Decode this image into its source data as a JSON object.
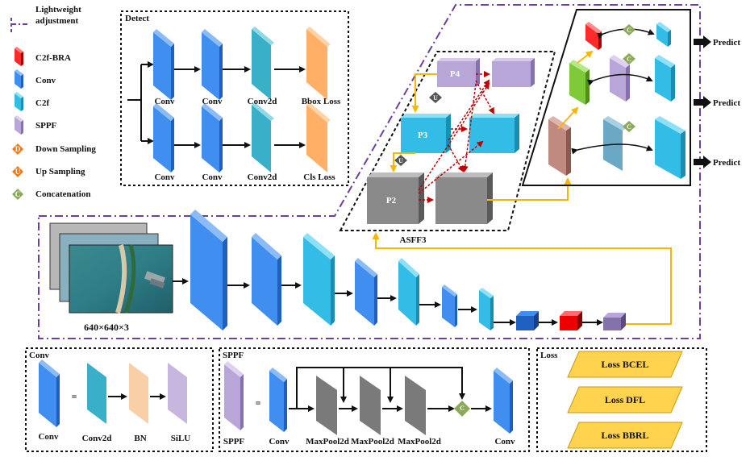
{
  "colors": {
    "conv": "#3f8ef0",
    "c2f": "#33bde6",
    "conv2d": "#3ab0c8",
    "sppf": "#b9a6d8",
    "bn": "#f8cfa6",
    "silu": "#c7b6de",
    "c2f_bra": "#ff2a2a",
    "loss_orange": "#ffb066",
    "gray": "#8a8a8a",
    "purple_line": "#6b3fa0",
    "yellow_arrow": "#f5b800",
    "red_arrow": "#c00000",
    "loss_fill": "#ffd34d",
    "green_block": "#7ecb3a",
    "brown_block": "#c08a80",
    "diamond_green": "#8aaa5a",
    "diamond_orange": "#ee7a1a",
    "diamond_gray": "#555555"
  },
  "legend": {
    "lightweight": "Lightweight",
    "adjustment": "adjustment",
    "c2f_bra": "C2f-BRA",
    "conv": "Conv",
    "c2f": "C2f",
    "sppf": "SPPF",
    "down": "Down Sampling",
    "up": "Up Sampling",
    "concat": "Concatenation",
    "down_letter": "D",
    "up_letter": "U",
    "concat_letter": "C"
  },
  "detect": {
    "title": "Detect",
    "top": [
      "Conv",
      "Conv",
      "Conv2d",
      "Bbox Loss"
    ],
    "bottom": [
      "Conv",
      "Conv",
      "Conv2d",
      "Cls Loss"
    ]
  },
  "asff": {
    "title": "ASFF3",
    "p4": "P4",
    "p3": "P3",
    "p2": "P2",
    "up_letter": "U"
  },
  "head": {
    "predict": [
      "Predict",
      "Predict",
      "Predict"
    ],
    "concat_letter": "C"
  },
  "backbone": {
    "input_size": "640×640×3"
  },
  "conv_box": {
    "title": "Conv",
    "eq": "=",
    "labels": [
      "Conv",
      "Conv2d",
      "BN",
      "SiLU"
    ]
  },
  "sppf_box": {
    "title": "SPPF",
    "eq": "=",
    "labels": [
      "SPPF",
      "Conv",
      "MaxPool2d",
      "MaxPool2d",
      "MaxPool2d",
      "Conv"
    ],
    "concat_letter": "C"
  },
  "loss_box": {
    "title": "Loss",
    "items": [
      "Loss BCEL",
      "Loss DFL",
      "Loss BBRL"
    ]
  }
}
